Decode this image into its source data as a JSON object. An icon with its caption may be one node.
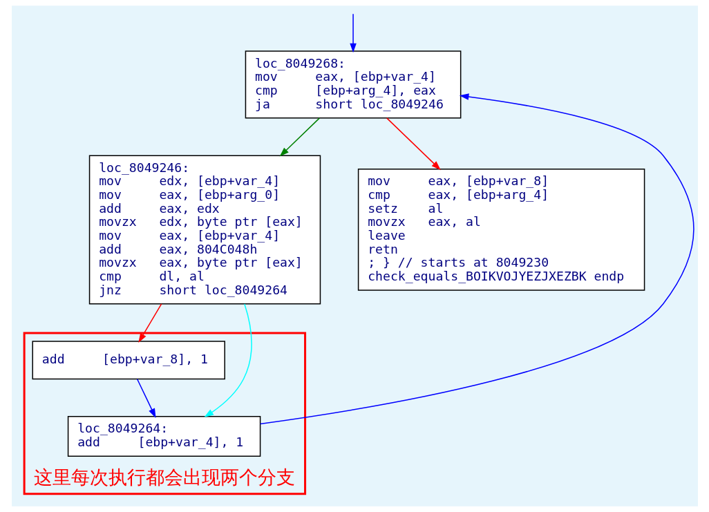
{
  "diagram": {
    "nodes": [
      {
        "text": [
          "loc_8049268:",
          "mov     eax, [ebp+var_4]",
          "cmp     [ebp+arg_4], eax",
          "ja      short loc_8049246"
        ]
      },
      {
        "text": [
          "loc_8049246:",
          "mov     edx, [ebp+var_4]",
          "mov     eax, [ebp+arg_0]",
          "add     eax, edx",
          "movzx   edx, byte ptr [eax]",
          "mov     eax, [ebp+var_4]",
          "add     eax, 804C048h",
          "movzx   eax, byte ptr [eax]",
          "cmp     dl, al",
          "jnz     short loc_8049264"
        ]
      },
      {
        "text": [
          "mov     eax, [ebp+var_8]",
          "cmp     eax, [ebp+arg_4]",
          "setz    al",
          "movzx   eax, al",
          "leave",
          "retn",
          "; } // starts at 8049230",
          "check_equals_BOIKVOJYEZJXEZBK endp"
        ]
      },
      {
        "text": [],
        "shape": "box",
        "beside": [
          "这里每次执行都会出现两个分支"
        ]
      },
      {
        "text": [
          "add     [ebp+var_8], 1"
        ],
        "in": 3
      },
      {
        "text": [
          "loc_8049264:",
          "add     [ebp+var_4], 1"
        ],
        "in": 3
      }
    ],
    "edges": [
      {
        "from": null,
        "to": 0,
        "arrow": "to",
        "color": "#0000ff"
      },
      {
        "from": 0,
        "to": 1,
        "arrow": "to",
        "color": "#008000"
      },
      {
        "from": 0,
        "to": 2,
        "arrow": "to",
        "color": "#ff0000"
      },
      {
        "from": 1,
        "to": 4,
        "arrow": "to",
        "color": "#ff0000"
      },
      {
        "from": 1,
        "to": 5,
        "arrow": "to",
        "color": "#00ffff"
      },
      {
        "from": 4,
        "to": 5,
        "arrow": "to",
        "color": "#0000ff"
      },
      {
        "from": 5,
        "to": 0,
        "arrow": "to",
        "color": "#0000ff"
      }
    ]
  }
}
